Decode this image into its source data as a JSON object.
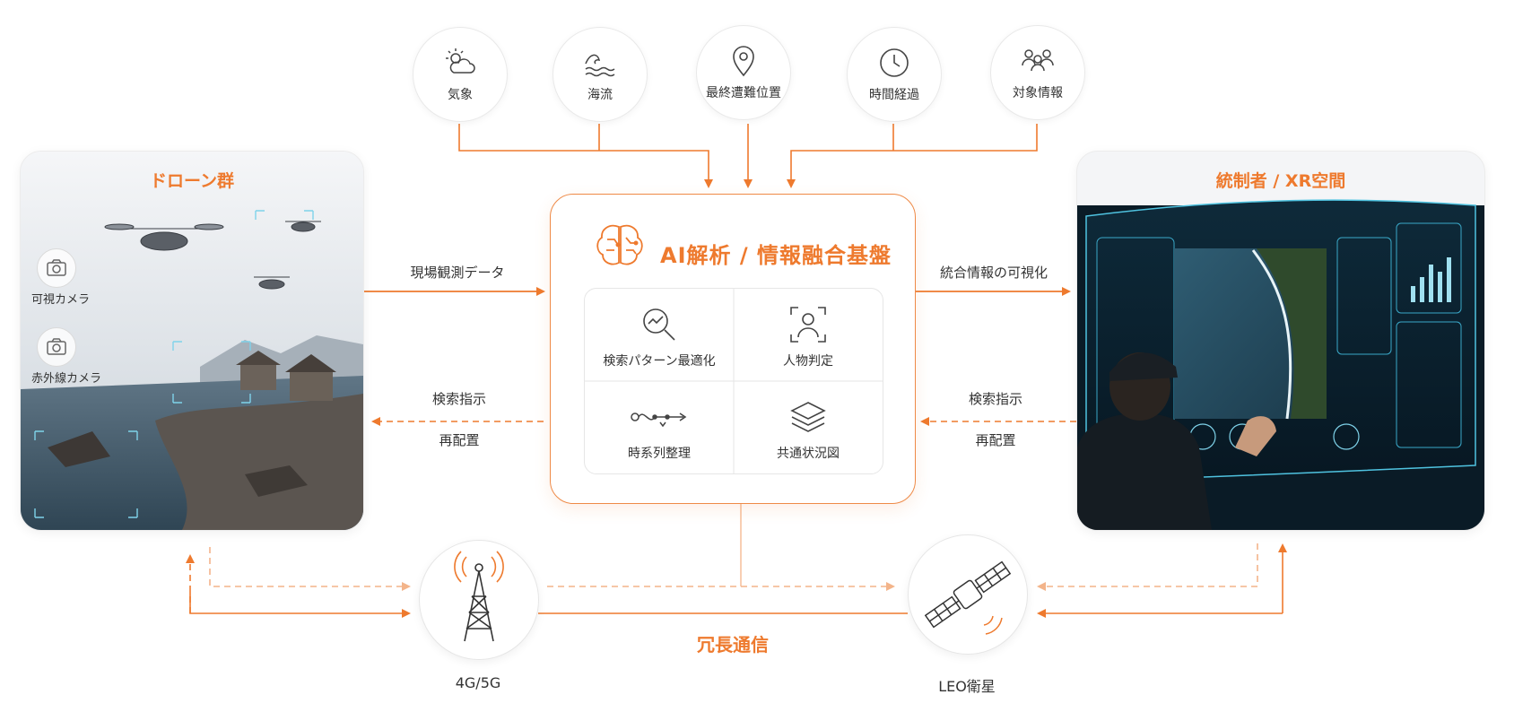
{
  "factors": [
    {
      "label": "気象",
      "icon": "weather-icon"
    },
    {
      "label": "海流",
      "icon": "wave-icon"
    },
    {
      "label": "最終遭難位置",
      "icon": "location-pin-icon"
    },
    {
      "label": "時間経過",
      "icon": "clock-icon"
    },
    {
      "label": "対象情報",
      "icon": "people-icon"
    }
  ],
  "drone_panel": {
    "title": "ドローン群",
    "visible_camera": "可視カメラ",
    "infrared_camera": "赤外線カメラ"
  },
  "xr_panel": {
    "title": "統制者 / XR空間"
  },
  "ai_platform": {
    "title": "AI解析 / 情報融合基盤",
    "functions": [
      {
        "label": "検索パターン最適化",
        "icon": "search-chart-icon"
      },
      {
        "label": "人物判定",
        "icon": "person-detect-icon"
      },
      {
        "label": "時系列整理",
        "icon": "timeline-icon"
      },
      {
        "label": "共通状況図",
        "icon": "layers-icon"
      }
    ]
  },
  "flows": {
    "field_data": "現場観測データ",
    "visualization": "統合情報の可視化",
    "search_instruction_left": "検索指示",
    "redeploy_left": "再配置",
    "search_instruction_right": "検索指示",
    "redeploy_right": "再配置"
  },
  "comms": {
    "cellular": "4G/5G",
    "satellite": "LEO衛星",
    "redundant": "冗長通信"
  },
  "colors": {
    "accent": "#ee7a2e",
    "accent_light": "#f3b48a",
    "text": "#333333",
    "icon_stroke": "#444444"
  }
}
